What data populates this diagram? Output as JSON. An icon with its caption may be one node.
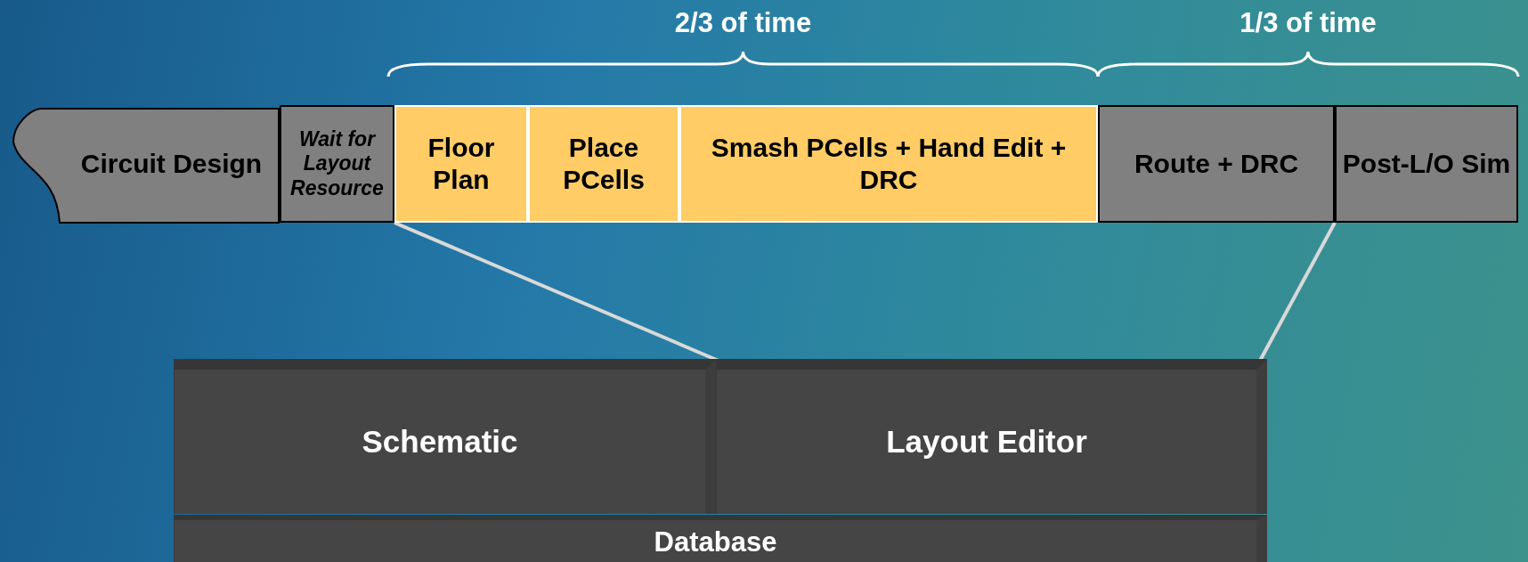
{
  "diagram": {
    "nodes": [
      {
        "text": [
          "Circuit Design"
        ]
      },
      {
        "text": [
          "Wait for Layout Resource"
        ]
      },
      {
        "text": [
          "Floor Plan"
        ]
      },
      {
        "text": [
          "Place PCells"
        ]
      },
      {
        "text": [
          "Smash PCells + Hand Edit + DRC"
        ]
      },
      {
        "text": [
          "Route + DRC"
        ]
      },
      {
        "text": [
          "Post-L/O Sim"
        ]
      },
      {
        "text": [
          "Schematic"
        ]
      },
      {
        "text": [
          "Layout Editor"
        ]
      },
      {
        "text": [
          "Database"
        ]
      }
    ],
    "edges": [
      {
        "from": 2,
        "to": 8,
        "arrow": "none"
      },
      {
        "from": 5,
        "to": 8,
        "arrow": "none"
      }
    ],
    "labels": [
      "2/3 of time",
      "1/3 of time"
    ]
  }
}
